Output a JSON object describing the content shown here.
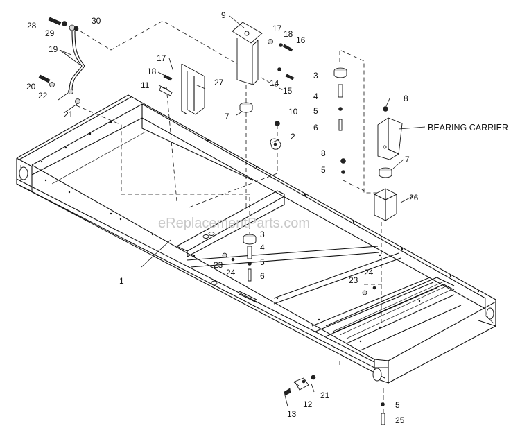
{
  "diagram": {
    "watermark": "eReplacementParts.com",
    "callout_text": "BEARING CARRIER",
    "part_numbers": [
      "1",
      "2",
      "3",
      "4",
      "5",
      "6",
      "7",
      "8",
      "9",
      "10",
      "11",
      "12",
      "13",
      "14",
      "15",
      "16",
      "17",
      "18",
      "19",
      "20",
      "21",
      "22",
      "23",
      "24",
      "25",
      "26",
      "27",
      "28",
      "29",
      "30"
    ],
    "callouts": [
      "28",
      "29",
      "30",
      "19",
      "20",
      "22",
      "21",
      "9",
      "17",
      "18",
      "16",
      "14",
      "15",
      "7",
      "17",
      "18",
      "11",
      "27",
      "10",
      "2",
      "3",
      "4",
      "5",
      "6",
      "8",
      "8",
      "5",
      "7",
      "26",
      "3",
      "4",
      "23",
      "24",
      "5",
      "6",
      "1",
      "24",
      "23",
      "13",
      "12",
      "21",
      "5",
      "25"
    ]
  }
}
